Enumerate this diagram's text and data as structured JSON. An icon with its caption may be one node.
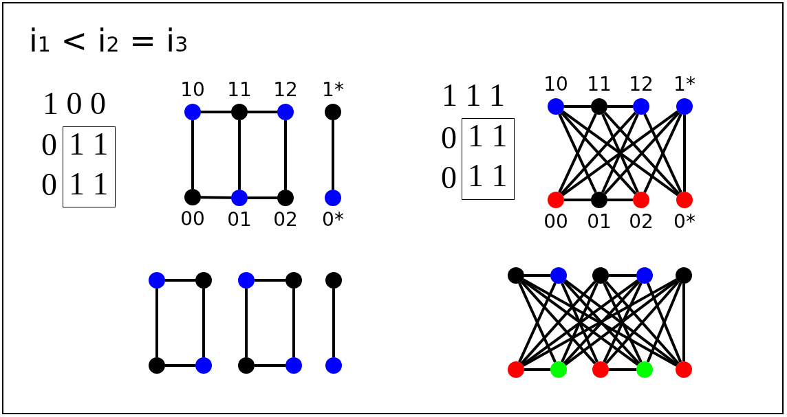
{
  "diagram": {
    "title": "i$_{1}$ < i$_{2}$ = i$_{3}$",
    "nodes": [
      {
        "text": [
          "1 1",
          "1 1"
        ]
      },
      {
        "text": [],
        "shape": "circle",
        "beside": [
          "10"
        ]
      },
      {
        "text": [],
        "shape": "circle",
        "beside": [
          "11"
        ]
      },
      {
        "text": [],
        "shape": "circle",
        "beside": [
          "12"
        ]
      },
      {
        "text": [],
        "shape": "circle",
        "beside": [
          "1*"
        ]
      },
      {
        "text": [],
        "shape": "circle",
        "beside": [
          "00"
        ]
      },
      {
        "text": [],
        "shape": "circle",
        "beside": [
          "01"
        ]
      },
      {
        "text": [],
        "shape": "circle",
        "beside": [
          "02"
        ]
      },
      {
        "text": [],
        "shape": "circle",
        "beside": [
          "0*"
        ]
      },
      {
        "text": [
          "1 1",
          "1 1"
        ]
      },
      {
        "text": [],
        "shape": "circle",
        "beside": [
          "10"
        ]
      },
      {
        "text": [],
        "shape": "circle",
        "beside": [
          "11"
        ]
      },
      {
        "text": [],
        "shape": "circle",
        "beside": [
          "12"
        ]
      },
      {
        "text": [],
        "shape": "circle",
        "beside": [
          "1*"
        ]
      },
      {
        "text": [],
        "shape": "circle",
        "beside": [
          "00"
        ]
      },
      {
        "text": [],
        "shape": "circle",
        "beside": [
          "01"
        ]
      },
      {
        "text": [],
        "shape": "circle",
        "beside": [
          "02"
        ]
      },
      {
        "text": [],
        "shape": "circle",
        "beside": [
          "0*"
        ]
      },
      {
        "text": [],
        "shape": "circle"
      },
      {
        "text": [],
        "shape": "circle"
      },
      {
        "text": [],
        "shape": "circle"
      },
      {
        "text": [],
        "shape": "circle"
      },
      {
        "text": [],
        "shape": "circle"
      },
      {
        "text": [],
        "shape": "circle"
      },
      {
        "text": [],
        "shape": "circle"
      },
      {
        "text": [],
        "shape": "circle"
      },
      {
        "text": [],
        "shape": "circle"
      },
      {
        "text": [],
        "shape": "circle"
      },
      {
        "text": [],
        "shape": "circle"
      },
      {
        "text": [],
        "shape": "circle"
      },
      {
        "text": [],
        "shape": "circle"
      },
      {
        "text": [],
        "shape": "circle"
      },
      {
        "text": [],
        "shape": "circle"
      },
      {
        "text": [],
        "shape": "circle"
      },
      {
        "text": [],
        "shape": "circle"
      },
      {
        "text": [],
        "shape": "circle"
      },
      {
        "text": [],
        "shape": "circle"
      },
      {
        "text": [],
        "shape": "circle"
      }
    ],
    "edges": [
      {
        "from": 1,
        "to": 2,
        "arrow": "none"
      },
      {
        "from": 2,
        "to": 3,
        "arrow": "none"
      },
      {
        "from": 1,
        "to": 5,
        "arrow": "none"
      },
      {
        "from": 2,
        "to": 6,
        "arrow": "none"
      },
      {
        "from": 3,
        "to": 7,
        "arrow": "none"
      },
      {
        "from": 4,
        "to": 8,
        "arrow": "none"
      },
      {
        "from": 5,
        "to": 6,
        "arrow": "none"
      },
      {
        "from": 6,
        "to": 7,
        "arrow": "none"
      },
      {
        "from": 10,
        "to": 11,
        "arrow": "none"
      },
      {
        "from": 11,
        "to": 12,
        "arrow": "none"
      },
      {
        "from": 14,
        "to": 15,
        "arrow": "none"
      },
      {
        "from": 15,
        "to": 16,
        "arrow": "none"
      },
      {
        "from": 13,
        "to": 17,
        "arrow": "none"
      },
      {
        "from": 10,
        "to": 15,
        "arrow": "none"
      },
      {
        "from": 10,
        "to": 16,
        "arrow": "none"
      },
      {
        "from": 10,
        "to": 17,
        "arrow": "none"
      },
      {
        "from": 11,
        "to": 14,
        "arrow": "none"
      },
      {
        "from": 11,
        "to": 16,
        "arrow": "none"
      },
      {
        "from": 11,
        "to": 17,
        "arrow": "none"
      },
      {
        "from": 12,
        "to": 14,
        "arrow": "none"
      },
      {
        "from": 12,
        "to": 15,
        "arrow": "none"
      },
      {
        "from": 12,
        "to": 17,
        "arrow": "none"
      },
      {
        "from": 13,
        "to": 14,
        "arrow": "none"
      },
      {
        "from": 13,
        "to": 15,
        "arrow": "none"
      },
      {
        "from": 13,
        "to": 16,
        "arrow": "none"
      },
      {
        "from": 18,
        "to": 19,
        "arrow": "none"
      },
      {
        "from": 18,
        "to": 23,
        "arrow": "none"
      },
      {
        "from": 19,
        "to": 24,
        "arrow": "none"
      },
      {
        "from": 23,
        "to": 24,
        "arrow": "none"
      },
      {
        "from": 20,
        "to": 21,
        "arrow": "none"
      },
      {
        "from": 20,
        "to": 25,
        "arrow": "none"
      },
      {
        "from": 21,
        "to": 26,
        "arrow": "none"
      },
      {
        "from": 25,
        "to": 26,
        "arrow": "none"
      },
      {
        "from": 22,
        "to": 27,
        "arrow": "none"
      },
      {
        "from": 28,
        "to": 29,
        "arrow": "none"
      },
      {
        "from": 30,
        "to": 31,
        "arrow": "none"
      },
      {
        "from": 33,
        "to": 34,
        "arrow": "none"
      },
      {
        "from": 35,
        "to": 36,
        "arrow": "none"
      },
      {
        "from": 32,
        "to": 37,
        "arrow": "none"
      },
      {
        "from": 28,
        "to": 34,
        "arrow": "none"
      },
      {
        "from": 28,
        "to": 35,
        "arrow": "none"
      },
      {
        "from": 28,
        "to": 36,
        "arrow": "none"
      },
      {
        "from": 28,
        "to": 37,
        "arrow": "none"
      },
      {
        "from": 29,
        "to": 33,
        "arrow": "none"
      },
      {
        "from": 29,
        "to": 35,
        "arrow": "none"
      },
      {
        "from": 29,
        "to": 36,
        "arrow": "none"
      },
      {
        "from": 29,
        "to": 37,
        "arrow": "none"
      },
      {
        "from": 30,
        "to": 33,
        "arrow": "none"
      },
      {
        "from": 30,
        "to": 34,
        "arrow": "none"
      },
      {
        "from": 30,
        "to": 36,
        "arrow": "none"
      },
      {
        "from": 30,
        "to": 37,
        "arrow": "none"
      },
      {
        "from": 31,
        "to": 33,
        "arrow": "none"
      },
      {
        "from": 31,
        "to": 34,
        "arrow": "none"
      },
      {
        "from": 31,
        "to": 35,
        "arrow": "none"
      },
      {
        "from": 31,
        "to": 37,
        "arrow": "none"
      },
      {
        "from": 32,
        "to": 33,
        "arrow": "none"
      },
      {
        "from": 32,
        "to": 34,
        "arrow": "none"
      },
      {
        "from": 32,
        "to": 35,
        "arrow": "none"
      },
      {
        "from": 32,
        "to": 36,
        "arrow": "none"
      }
    ],
    "labels": [
      "1 0 0",
      "0",
      "0",
      "1 1 1",
      "0",
      "0"
    ]
  }
}
